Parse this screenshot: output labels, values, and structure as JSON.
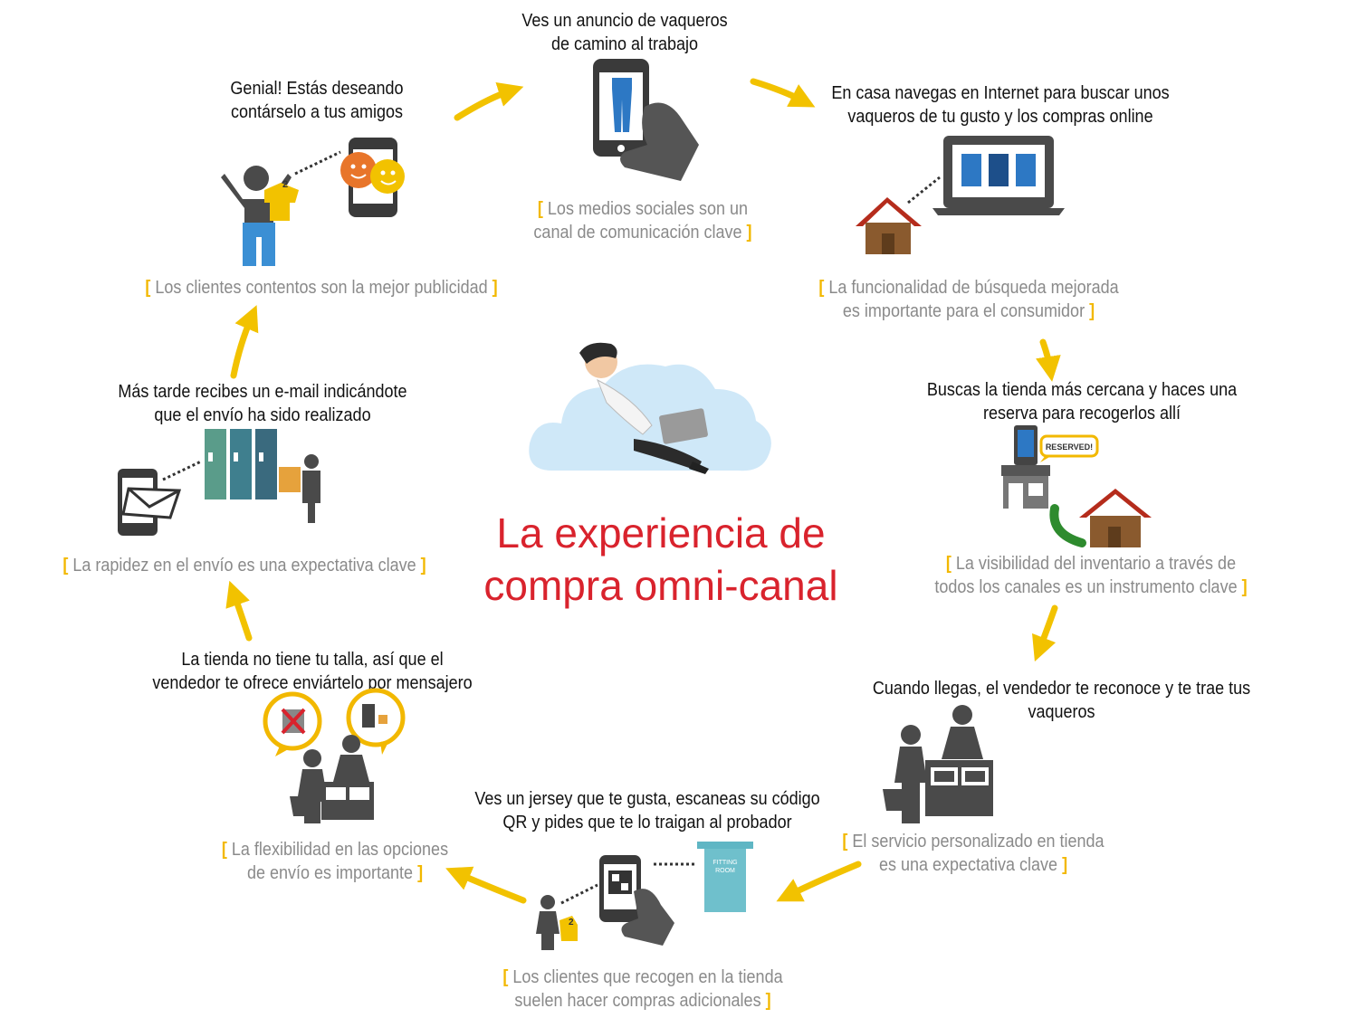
{
  "title": {
    "line1": "La experiencia de",
    "line2": "compra omni-canal"
  },
  "steps": [
    {
      "text": [
        "Ves un anuncio de vaqueros",
        "de camino al trabajo"
      ],
      "note": [
        "Los medios sociales son un",
        "canal de comunicación clave"
      ]
    },
    {
      "text": [
        "En casa navegas en Internet para buscar unos",
        "vaqueros de tu gusto y los compras online"
      ],
      "note": [
        "La funcionalidad de búsqueda mejorada",
        "es importante para el consumidor"
      ]
    },
    {
      "text": [
        "Buscas la tienda más cercana y haces una",
        "reserva para recogerlos allí"
      ],
      "note": [
        "La visibilidad del inventario a través de",
        "todos los canales es un instrumento clave"
      ]
    },
    {
      "text": [
        "Cuando llegas, el vendedor te reconoce y te trae tus vaqueros"
      ],
      "note": [
        "El servicio personalizado en tienda",
        "es una expectativa clave"
      ]
    },
    {
      "text": [
        "Ves un jersey que te gusta, escaneas su código",
        "QR y pides que te lo traigan al probador"
      ],
      "note": [
        "Los clientes que recogen en la tienda",
        "suelen hacer compras adicionales"
      ]
    },
    {
      "text": [
        "La tienda no tiene tu talla, así que el",
        "vendedor te ofrece enviártelo por mensajero"
      ],
      "note": [
        "La flexibilidad en las opciones",
        "de envío es importante"
      ]
    },
    {
      "text": [
        "Más tarde recibes un e-mail indicándote",
        "que el envío ha sido realizado"
      ],
      "note": [
        "La rapidez en el envío es una expectativa clave"
      ]
    },
    {
      "text": [
        "Genial! Estás deseando",
        "contárselo a tus amigos"
      ],
      "note": [
        "Los clientes contentos son la mejor publicidad"
      ]
    }
  ],
  "labels": {
    "reserved": "RESERVED!",
    "fitting_room_1": "FITTING",
    "fitting_room_2": "ROOM",
    "size_badge": "2"
  },
  "icons": [
    "phone-jeans-icon",
    "laptop-home-icon",
    "store-reserve-icon",
    "counter-service-icon",
    "qr-scan-fitting-icon",
    "courier-offer-icon",
    "email-locker-icon",
    "happy-friends-icon",
    "cloud-person-icon"
  ],
  "colors": {
    "accent": "#f2b800",
    "title": "#d9232d",
    "icon": "#4a4a4a",
    "note": "#8a8a8a"
  }
}
